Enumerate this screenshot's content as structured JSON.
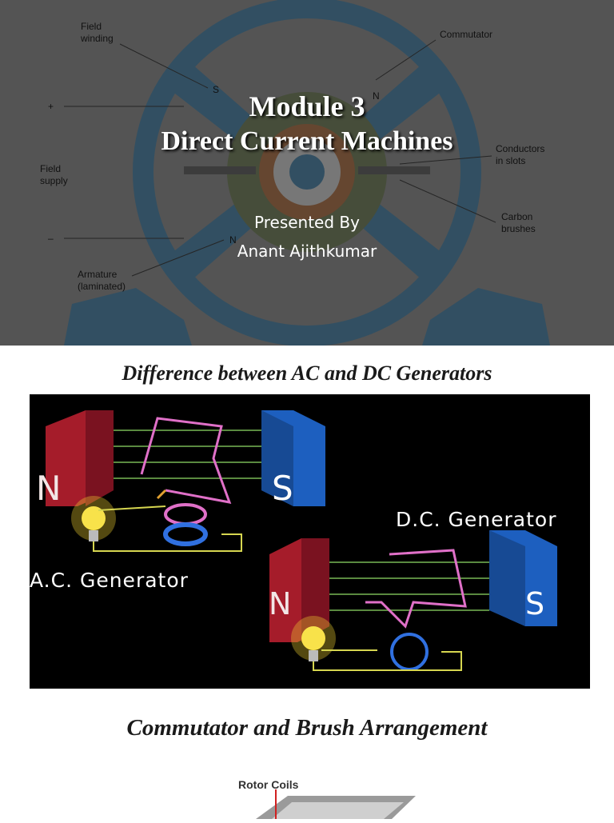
{
  "slide1": {
    "title_line1": "Module 3",
    "title_line2": "Direct Current Machines",
    "presenter_label": "Presented By",
    "presenter_name": "Anant Ajithkumar",
    "diagram_labels": {
      "field_winding": "Field\nwinding",
      "commutator": "Commutator",
      "plus": "+",
      "minus": "–",
      "field_supply": "Field\nsupply",
      "conductors": "Conductors\nin slots",
      "carbon_brushes": "Carbon\nbrushes",
      "armature": "Armature\n(laminated)",
      "pole_s_top": "S",
      "pole_n_top": "N",
      "pole_n_bottom": "N"
    }
  },
  "slide2": {
    "heading": "Difference between AC and DC Generators",
    "ac_label": "A.C. Generator",
    "dc_label": "D.C. Generator",
    "north": "N",
    "south": "S",
    "colors": {
      "north_magnet": "#a51c2a",
      "south_magnet": "#1d5fbf",
      "background": "#000000"
    }
  },
  "slide3": {
    "heading": "Commutator and Brush Arrangement",
    "rotor_label": "Rotor Coils"
  }
}
